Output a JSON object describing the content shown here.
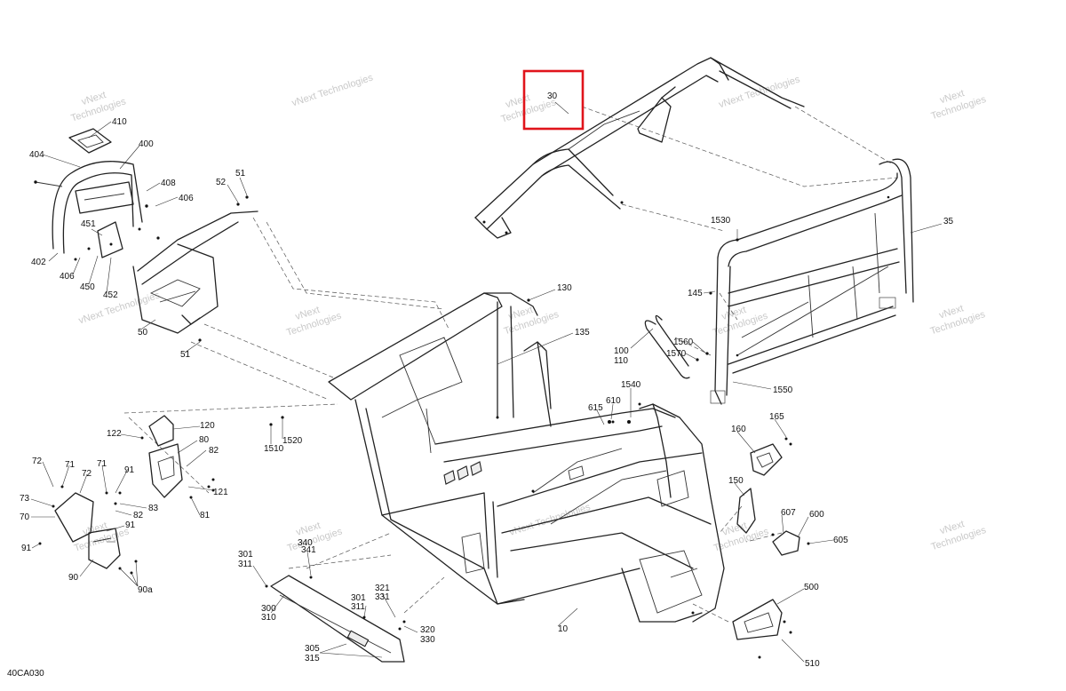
{
  "diagram": {
    "figure_code": "40CA030",
    "watermark_line1": "vNext",
    "watermark_line2": "Technologies",
    "watermark_full": "vNext Technologies",
    "highlight_color": "#e0141b",
    "labels": {
      "l30": "30",
      "l35": "35",
      "l1530": "1530",
      "l145": "145",
      "l1560": "1560",
      "l1570": "1570",
      "l100": "100",
      "l110": "110",
      "l1550": "1550",
      "l130": "130",
      "l135": "135",
      "l410": "410",
      "l400": "400",
      "l404": "404",
      "l408": "408",
      "l406a": "406",
      "l451": "451",
      "l402": "402",
      "l406b": "406",
      "l450": "450",
      "l452": "452",
      "l51a": "51",
      "l52": "52",
      "l50": "50",
      "l51b": "51",
      "l1520": "1520",
      "l1510": "1510",
      "l120": "120",
      "l122": "122",
      "l80": "80",
      "l82a": "82",
      "l121": "121",
      "l72a": "72",
      "l71a": "71",
      "l72b": "72",
      "l71b": "71",
      "l91a": "91",
      "l73": "73",
      "l70": "70",
      "l83": "83",
      "l82b": "82",
      "l81": "81",
      "l91b": "91",
      "l91c": "91",
      "l90": "90",
      "l90a": "90a",
      "l1540": "1540",
      "l610": "610",
      "l615": "615",
      "l165": "165",
      "l160": "160",
      "l150": "150",
      "l607": "607",
      "l600": "600",
      "l605": "605",
      "l500": "500",
      "l510": "510",
      "l10": "10",
      "l301a": "301",
      "l311a": "311",
      "l341": "341",
      "l340": "340",
      "l300": "300",
      "l310": "310",
      "l321": "321",
      "l331": "331",
      "l301b": "301",
      "l311b": "311",
      "l320": "320",
      "l330": "330",
      "l305": "305",
      "l315": "315"
    }
  }
}
